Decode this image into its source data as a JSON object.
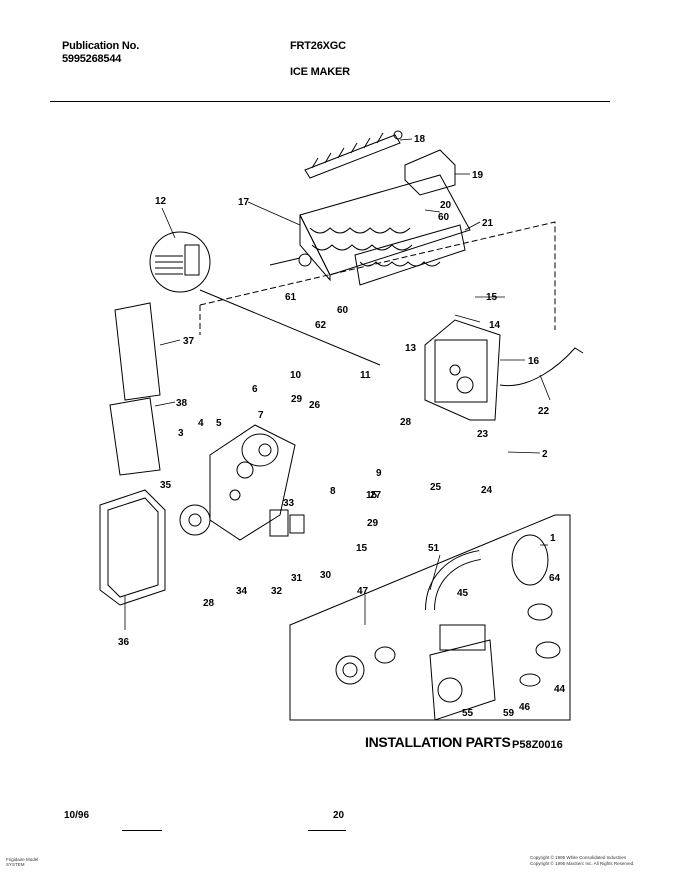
{
  "header": {
    "publication_label": "Publication No.",
    "publication_number": "5995268544",
    "model": "FRT26XGC",
    "section_title": "ICE MAKER"
  },
  "callouts": [
    "18",
    "19",
    "20",
    "60",
    "17",
    "21",
    "12",
    "15",
    "14",
    "61",
    "62",
    "60",
    "13",
    "16",
    "37",
    "10",
    "11",
    "6",
    "7",
    "29",
    "26",
    "28",
    "38",
    "3",
    "4",
    "5",
    "23",
    "22",
    "2",
    "9",
    "25",
    "24",
    "27",
    "35",
    "33",
    "8",
    "15",
    "29",
    "15",
    "30",
    "31",
    "32",
    "28",
    "34",
    "36",
    "1",
    "51",
    "64",
    "45",
    "47",
    "44",
    "46",
    "55",
    "59"
  ],
  "installation_label": "INSTALLATION PARTS",
  "figure_code": "P58Z0016",
  "footer": {
    "date": "10/96",
    "page": "20",
    "brand_lines": [
      "Frigidaire Model",
      "SYSTEM"
    ],
    "copyright_lines": [
      "Copyright © 1995 White Consolidated Industries",
      "Copyright © 1995 MaxSerc Inc. All Rights Reserved."
    ]
  }
}
